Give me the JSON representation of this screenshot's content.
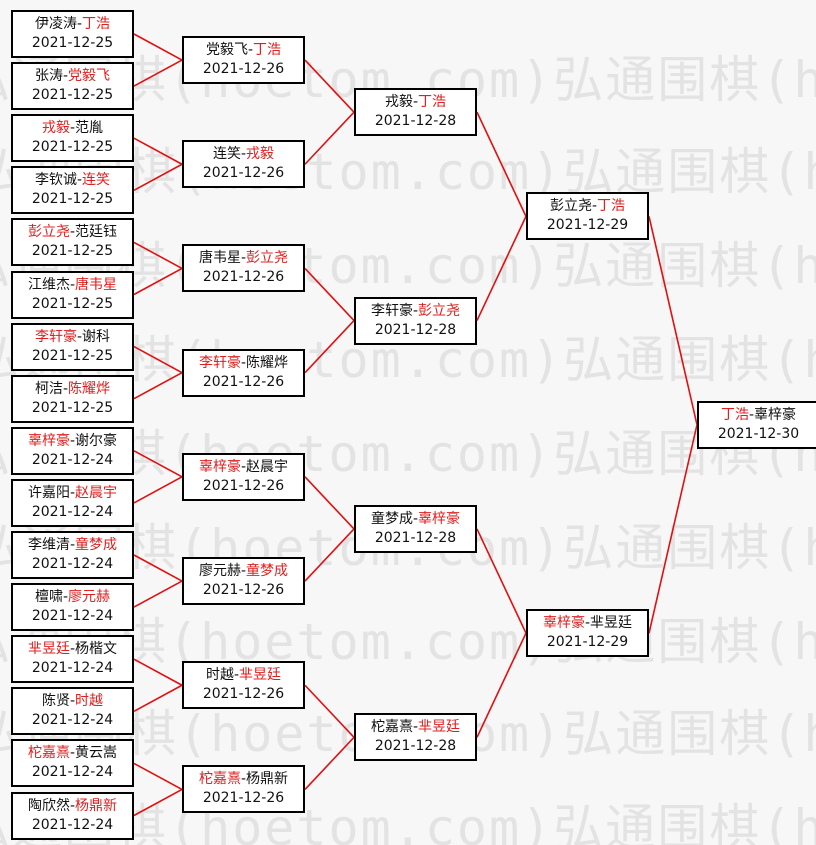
{
  "watermark": "弘通围棋(hoetom.com)弘通围棋(hoetom.com)弘通围棋",
  "colors": {
    "win": "#e02020",
    "line": "#e01010",
    "box_border": "#000000"
  },
  "rounds": [
    [
      {
        "p1": "伊凌涛",
        "p2": "丁浩",
        "winner": 2,
        "date": "2021-12-25"
      },
      {
        "p1": "张涛",
        "p2": "党毅飞",
        "winner": 2,
        "date": "2021-12-25"
      },
      {
        "p1": "戎毅",
        "p2": "范胤",
        "winner": 1,
        "date": "2021-12-25"
      },
      {
        "p1": "李钦诚",
        "p2": "连笑",
        "winner": 2,
        "date": "2021-12-25"
      },
      {
        "p1": "彭立尧",
        "p2": "范廷钰",
        "winner": 1,
        "date": "2021-12-25"
      },
      {
        "p1": "江维杰",
        "p2": "唐韦星",
        "winner": 2,
        "date": "2021-12-25"
      },
      {
        "p1": "李轩豪",
        "p2": "谢科",
        "winner": 1,
        "date": "2021-12-25"
      },
      {
        "p1": "柯洁",
        "p2": "陈耀烨",
        "winner": 2,
        "date": "2021-12-25"
      },
      {
        "p1": "辜梓豪",
        "p2": "谢尔豪",
        "winner": 1,
        "date": "2021-12-24"
      },
      {
        "p1": "许嘉阳",
        "p2": "赵晨宇",
        "winner": 2,
        "date": "2021-12-24"
      },
      {
        "p1": "李维清",
        "p2": "童梦成",
        "winner": 2,
        "date": "2021-12-24"
      },
      {
        "p1": "檀啸",
        "p2": "廖元赫",
        "winner": 2,
        "date": "2021-12-24"
      },
      {
        "p1": "芈昱廷",
        "p2": "杨楷文",
        "winner": 1,
        "date": "2021-12-24"
      },
      {
        "p1": "陈贤",
        "p2": "时越",
        "winner": 2,
        "date": "2021-12-24"
      },
      {
        "p1": "柁嘉熹",
        "p2": "黄云嵩",
        "winner": 1,
        "date": "2021-12-24"
      },
      {
        "p1": "陶欣然",
        "p2": "杨鼎新",
        "winner": 2,
        "date": "2021-12-24"
      }
    ],
    [
      {
        "p1": "党毅飞",
        "p2": "丁浩",
        "winner": 2,
        "date": "2021-12-26"
      },
      {
        "p1": "连笑",
        "p2": "戎毅",
        "winner": 2,
        "date": "2021-12-26"
      },
      {
        "p1": "唐韦星",
        "p2": "彭立尧",
        "winner": 2,
        "date": "2021-12-26"
      },
      {
        "p1": "李轩豪",
        "p2": "陈耀烨",
        "winner": 1,
        "date": "2021-12-26"
      },
      {
        "p1": "辜梓豪",
        "p2": "赵晨宇",
        "winner": 1,
        "date": "2021-12-26"
      },
      {
        "p1": "廖元赫",
        "p2": "童梦成",
        "winner": 2,
        "date": "2021-12-26"
      },
      {
        "p1": "时越",
        "p2": "芈昱廷",
        "winner": 2,
        "date": "2021-12-26"
      },
      {
        "p1": "柁嘉熹",
        "p2": "杨鼎新",
        "winner": 1,
        "date": "2021-12-26"
      }
    ],
    [
      {
        "p1": "戎毅",
        "p2": "丁浩",
        "winner": 2,
        "date": "2021-12-28"
      },
      {
        "p1": "李轩豪",
        "p2": "彭立尧",
        "winner": 2,
        "date": "2021-12-28"
      },
      {
        "p1": "童梦成",
        "p2": "辜梓豪",
        "winner": 2,
        "date": "2021-12-28"
      },
      {
        "p1": "柁嘉熹",
        "p2": "芈昱廷",
        "winner": 2,
        "date": "2021-12-28"
      }
    ],
    [
      {
        "p1": "彭立尧",
        "p2": "丁浩",
        "winner": 2,
        "date": "2021-12-29"
      },
      {
        "p1": "辜梓豪",
        "p2": "芈昱廷",
        "winner": 1,
        "date": "2021-12-29"
      }
    ],
    [
      {
        "p1": "丁浩",
        "p2": "辜梓豪",
        "winner": 1,
        "date": "2021-12-30"
      }
    ]
  ]
}
